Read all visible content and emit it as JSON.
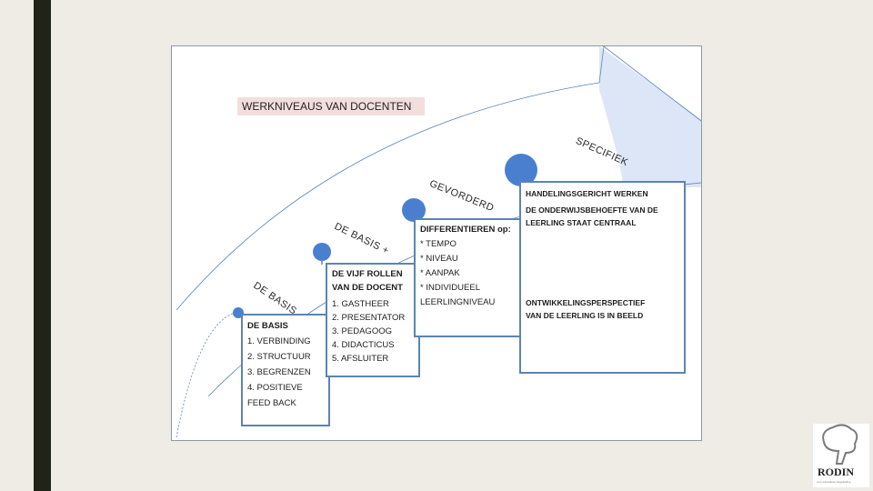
{
  "title": "WERKNIVEAUS VAN DOCENTEN",
  "levels": [
    {
      "label": "DE BASIS"
    },
    {
      "label": "DE BASIS +"
    },
    {
      "label": "GEVORDERD"
    },
    {
      "label": "SPECIFIEK"
    }
  ],
  "boxes": [
    {
      "heading": "DE BASIS",
      "items": [
        "1. VERBINDING",
        "2. STRUCTUUR",
        "3. BEGRENZEN",
        "4. POSITIEVE",
        "FEED BACK"
      ]
    },
    {
      "heading_lines": [
        "DE VIJF ROLLEN",
        "VAN DE DOCENT"
      ],
      "items": [
        "1. GASTHEER",
        "2. PRESENTATOR",
        "3. PEDAGOOG",
        "4. DIDACTICUS",
        "5. AFSLUITER"
      ]
    },
    {
      "heading": "DIFFERENTIEREN op:",
      "items": [
        "* TEMPO",
        "* NIVEAU",
        "* AANPAK",
        "* INDIVIDUEEL",
        "LEERLINGNIVEAU"
      ]
    },
    {
      "top_lines": [
        "HANDELINGSGERICHT WERKEN",
        "DE ONDERWIJSBEHOEFTE VAN DE",
        "LEERLING STAAT CENTRAAL"
      ],
      "bottom_lines": [
        "ONTWIKKELINGSPERSPECTIEF",
        "VAN DE LEERLING IS IN BEELD"
      ]
    }
  ],
  "logo": {
    "name": "RODIN",
    "subtitle": "groep",
    "tagline": "voor educatieve begeleiding"
  },
  "colors": {
    "accent": "#5b84b5",
    "circle": "#4a7fd0",
    "arrow_fill": "#dde6f7",
    "title_bg": "#f3dede"
  }
}
